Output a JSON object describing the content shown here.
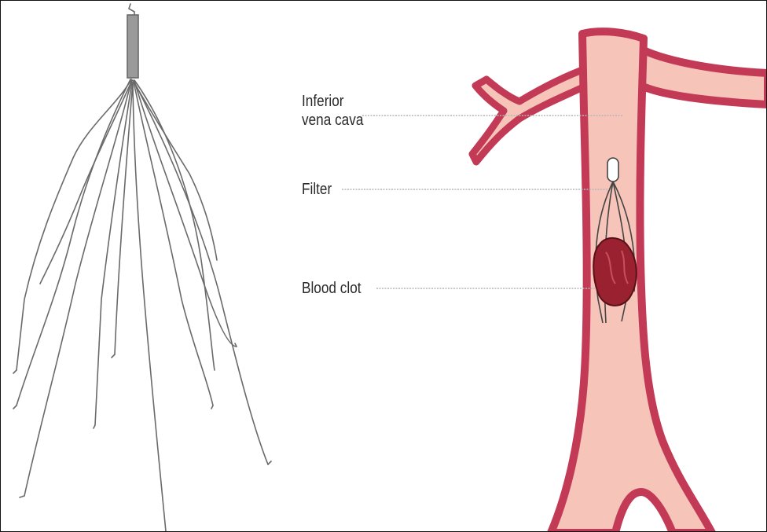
{
  "labels": {
    "ivc_line1": "Inferior",
    "ivc_line2": "vena cava",
    "filter": "Filter",
    "blood_clot": "Blood clot"
  },
  "colors": {
    "vessel_wall": "#c23a55",
    "vessel_lumen": "#f6c4b8",
    "clot": "#9a2230",
    "filter_wire": "#555555",
    "leader_line": "#b5b5b5"
  }
}
